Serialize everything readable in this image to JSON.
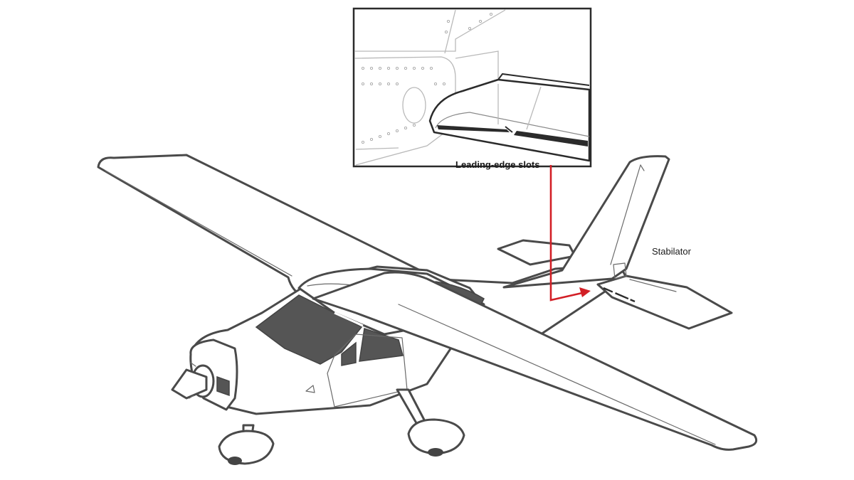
{
  "labels": {
    "leading_edge_slots": "Leading-edge slots",
    "stabilator": "Stabilator"
  },
  "colors": {
    "outline": "#4a4a4a",
    "window_fill": "#555555",
    "arrow": "#d21f26",
    "inset_border": "#2b2b2b"
  },
  "icons": {
    "arrow": "red-callout-arrow"
  }
}
